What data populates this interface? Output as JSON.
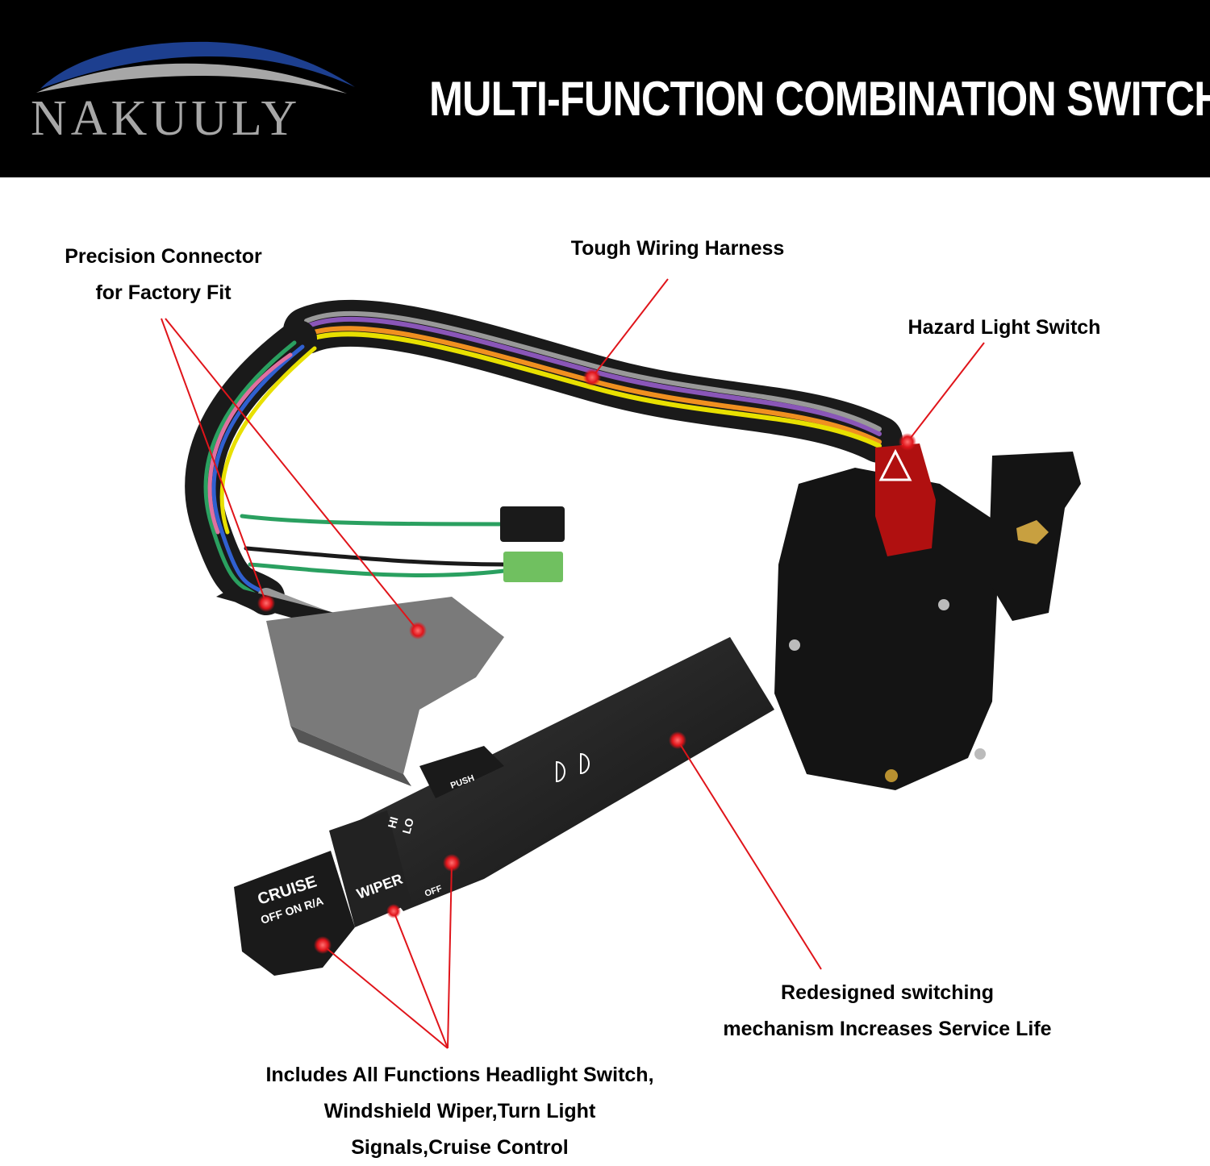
{
  "brand": {
    "name": "NAKUULY"
  },
  "header": {
    "title": "MULTI-FUNCTION COMBINATION SWITCH"
  },
  "colors": {
    "header_bg": "#000000",
    "accent_red": "#e0141a",
    "brand_blue": "#1d3f8f",
    "brand_grey": "#a7a7a7"
  },
  "callouts": {
    "connector": [
      "Precision Connector",
      "for Factory Fit"
    ],
    "harness": [
      "Tough Wiring Harness"
    ],
    "hazard": [
      "Hazard Light Switch"
    ],
    "mechanism": [
      "Redesigned switching",
      "mechanism Increases Service Life"
    ],
    "functions": [
      "Includes All Functions Headlight Switch,",
      "Windshield Wiper,Turn Light",
      "Signals,Cruise Control"
    ]
  },
  "product_markings": {
    "cruise": "CRUISE",
    "cruise_modes": "OFF ON R/A",
    "wiper": "WIPER",
    "push": "PUSH",
    "hi": "HI",
    "lo": "LO",
    "off": "OFF"
  }
}
